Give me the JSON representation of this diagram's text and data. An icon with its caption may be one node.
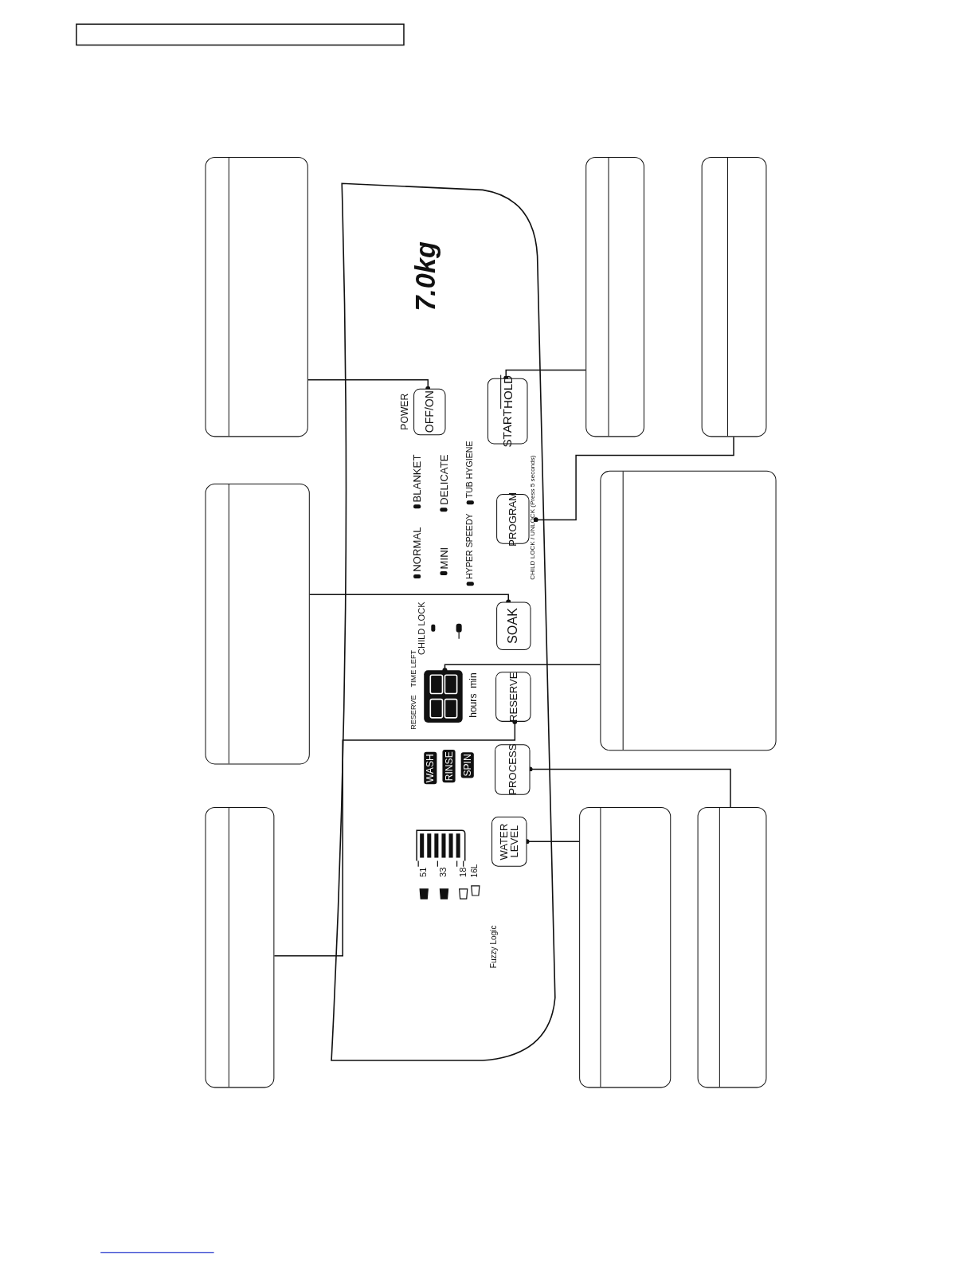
{
  "diagram": {
    "nodes": [
      {
        "text": [],
        "shape": "box"
      },
      {
        "text": [],
        "shape": "box"
      },
      {
        "text": [],
        "shape": "box"
      },
      {
        "text": [],
        "shape": "box"
      },
      {
        "text": [],
        "shape": "box"
      },
      {
        "text": [],
        "shape": "box"
      },
      {
        "text": [],
        "shape": "box"
      },
      {
        "text": [],
        "shape": "box"
      },
      {
        "text": [
          "OFF/ON"
        ],
        "beside": [
          "POWER"
        ]
      },
      {
        "text": [
          "START",
          "HOLD"
        ]
      },
      {
        "text": [
          "CHILD LOCK / UNLOCK (Press 5 seconds)"
        ]
      },
      {
        "text": [
          "SOAK"
        ]
      },
      {
        "text": [],
        "shape": "box"
      },
      {
        "text": [
          "RESERVE"
        ]
      },
      {
        "text": [
          "PROCESS"
        ]
      },
      {
        "text": [
          "WATER LEVEL"
        ]
      },
      {
        "text": [
          "PROGRAM"
        ]
      }
    ],
    "edges": [
      {
        "from": 0,
        "to": 8,
        "arrow": "other"
      },
      {
        "from": 1,
        "to": 9,
        "arrow": "other"
      },
      {
        "from": 2,
        "to": 10,
        "arrow": "other"
      },
      {
        "from": 3,
        "to": 12,
        "arrow": "other"
      },
      {
        "from": 4,
        "to": 11,
        "arrow": "other"
      },
      {
        "from": 5,
        "to": 13,
        "arrow": "other"
      },
      {
        "from": 6,
        "to": 15,
        "arrow": "other"
      },
      {
        "from": 7,
        "to": 14,
        "arrow": "other"
      }
    ],
    "labels": [
      "7.0kg",
      "NORMAL",
      "BLANKET",
      "MINI",
      "DELICATE",
      "HYPER SPEEDY",
      "TUB HYGIENE",
      "CHILD LOCK",
      "RESERVE",
      "TIME LEFT",
      "hours",
      "min",
      "WASH",
      "RINSE",
      "SPIN",
      "51",
      "33",
      "18",
      "16L",
      "Fuzzy Logic"
    ]
  }
}
